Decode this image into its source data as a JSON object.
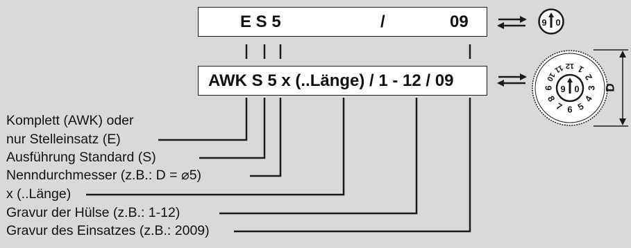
{
  "top_code": {
    "prefix": "E S 5",
    "slash": "/",
    "year": "09"
  },
  "bottom_code": {
    "text": "AWK S 5 x (..Länge) / 1 - 12 / 09"
  },
  "dimension_label": "D",
  "labels": {
    "complete_line1": "Komplett (AWK) oder",
    "complete_line2": "nur Stelleinsatz (E)",
    "version": "Ausführung Standard (S)",
    "diameter": "Nenndurchmesser (z.B.: D = ⌀5)",
    "length": "x (..Länge)",
    "sleeve_engraving": "Gravur der Hülse (z.B.: 1-12)",
    "insert_engraving": "Gravur des Einsatzes (z.B.: 2009)"
  },
  "insert_symbol_digits": {
    "left": "9",
    "right": "0"
  },
  "dial_numbers": [
    "1",
    "2",
    "3",
    "4",
    "5",
    "6",
    "7",
    "8",
    "9",
    "10",
    "11",
    "12"
  ],
  "colors": {
    "background": "#d9d9da",
    "box": "#ffffff",
    "line": "#1a1a1a"
  }
}
